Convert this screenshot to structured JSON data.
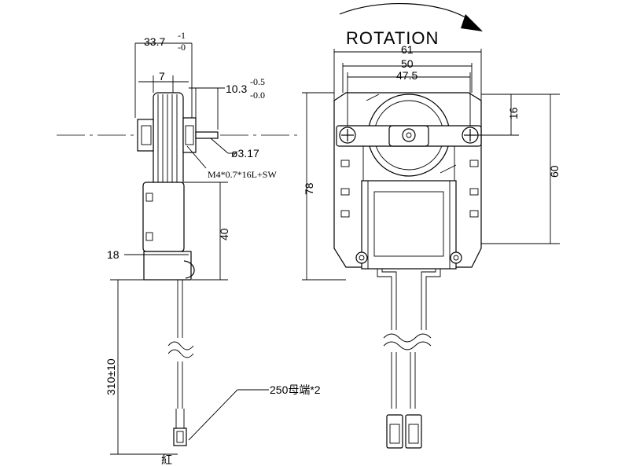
{
  "rotation_label": "ROTATION",
  "side_view": {
    "dim_overall_depth": "33.7",
    "dim_overall_depth_tol_upper": "-1",
    "dim_overall_depth_tol_lower": "-0",
    "dim_lamination_width": "7",
    "dim_shaft_length": "10.3",
    "dim_shaft_length_tol_upper": "-0.5",
    "dim_shaft_length_tol_lower": "-0.0",
    "dim_shaft_diameter": "ø3.17",
    "screw_spec": "M4*0.7*16L+SW",
    "dim_lower_height": "40",
    "dim_bottom_width": "18",
    "dim_lead_length": "310±10",
    "terminal_spec": "250母端*2",
    "wire_color": "紅"
  },
  "front_view": {
    "dim_outer_width": "61",
    "dim_mid_width": "50",
    "dim_hole_spacing": "47.5",
    "dim_total_height": "78",
    "dim_mount_height": "60",
    "dim_top_to_hole": "16"
  }
}
